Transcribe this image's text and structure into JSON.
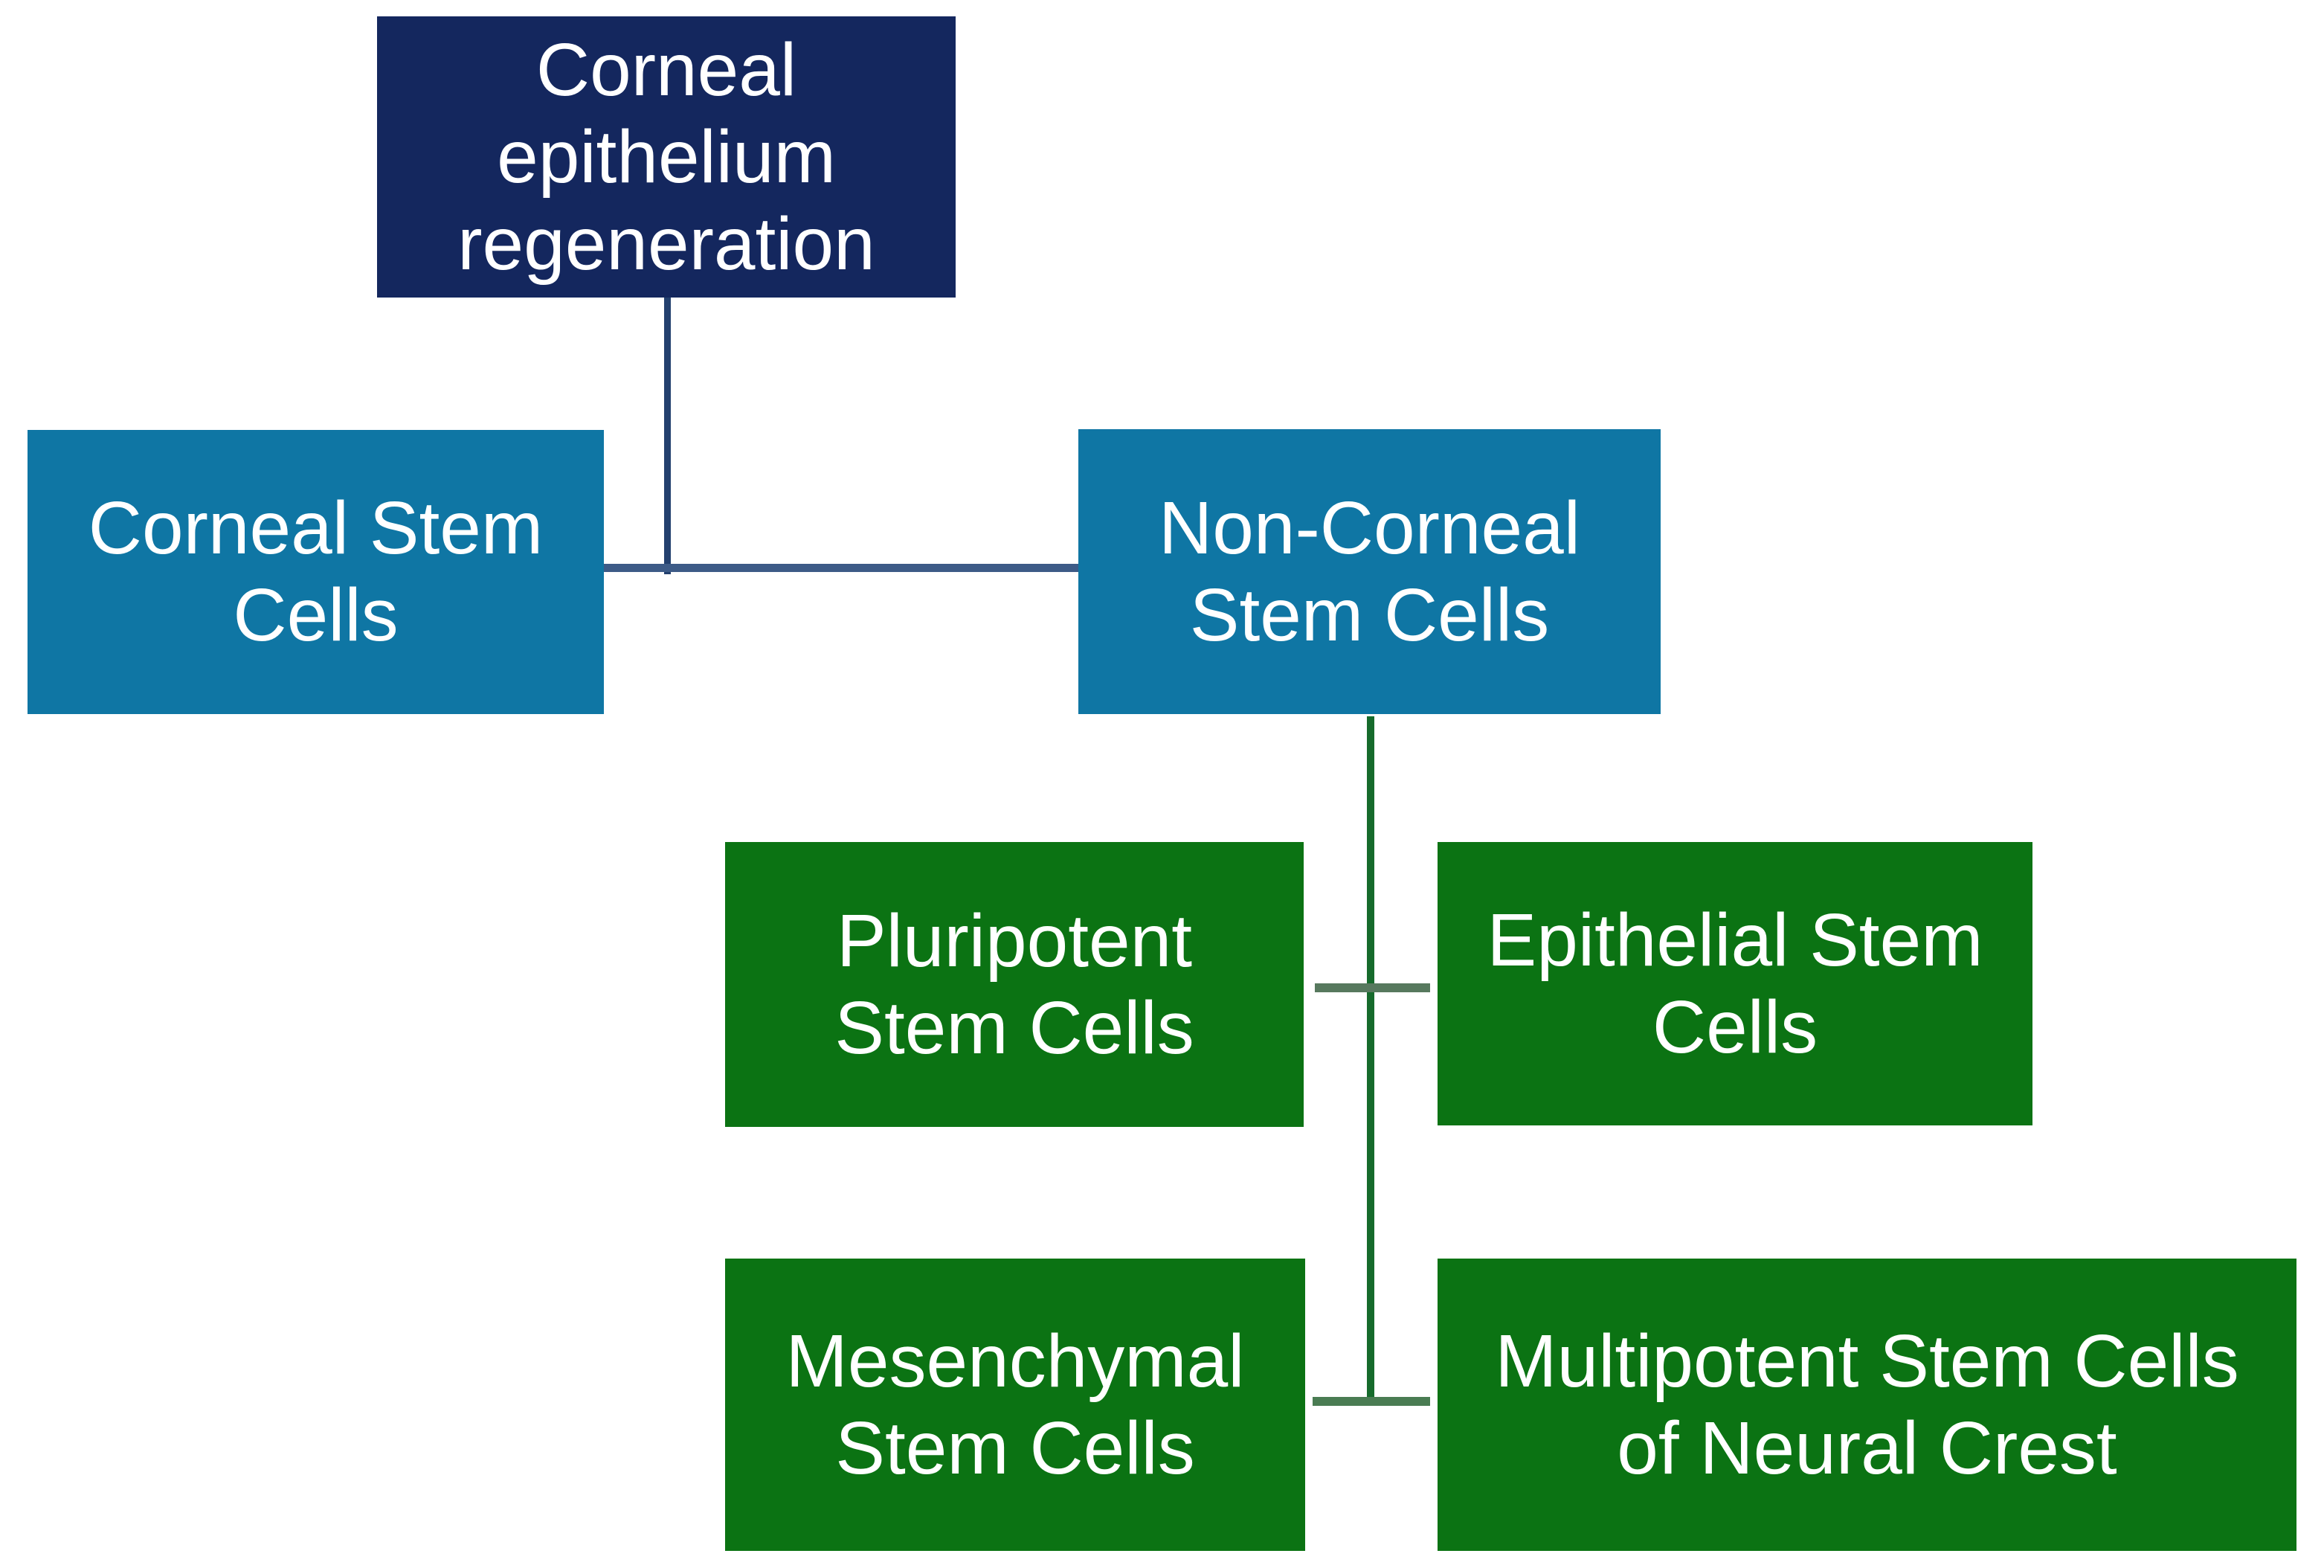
{
  "diagram": {
    "nodes": {
      "root": {
        "label": "Corneal\nepithelium\nregeneration"
      },
      "corneal": {
        "label": "Corneal Stem\nCells"
      },
      "non_corneal": {
        "label": "Non-Corneal\nStem Cells"
      },
      "pluripotent": {
        "label": "Pluripotent\nStem Cells"
      },
      "epithelial": {
        "label": "Epithelial Stem\nCells"
      },
      "mesenchymal": {
        "label": "Mesenchymal\nStem Cells"
      },
      "multipotent": {
        "label": "Multipotent Stem Cells\nof Neural Crest"
      }
    },
    "colors": {
      "background": "#ffffff",
      "root_fill": "#14275e",
      "stem_fill": "#0f76a4",
      "leaf_fill": "#0b7313",
      "label_text": "#ffffff",
      "connector_navy_vertical": "#23406e",
      "connector_navy_horizontal": "#3d5b87",
      "connector_green_vertical": "#166b2c",
      "connector_green_stub_row1": "#57795e",
      "connector_green_stub_row2": "#4a7c53"
    }
  }
}
